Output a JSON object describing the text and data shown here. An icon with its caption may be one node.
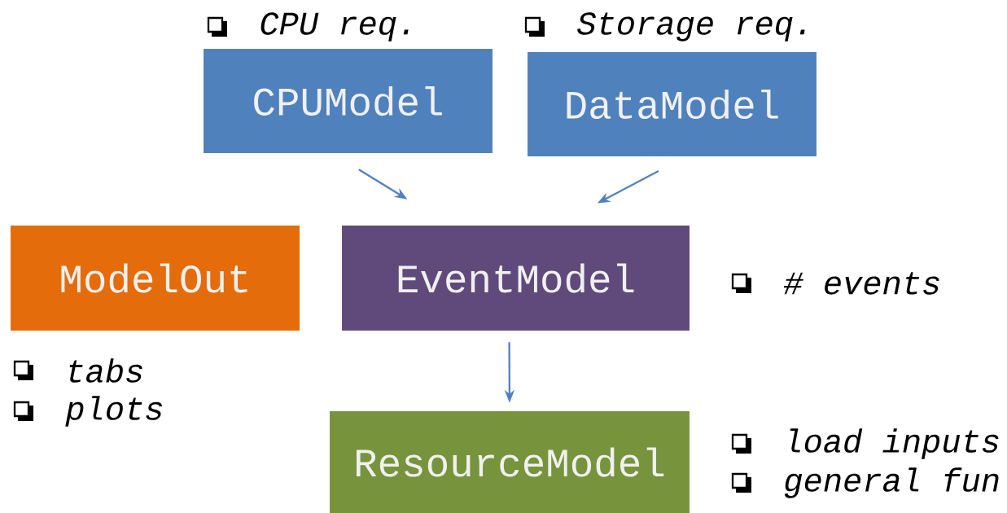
{
  "diagram": {
    "nodes": [
      {
        "text": [
          "CPUModel"
        ],
        "beside": [
          "CPU req."
        ]
      },
      {
        "text": [
          "DataModel"
        ],
        "beside": [
          "Storage req."
        ]
      },
      {
        "text": [
          "ModelOut"
        ],
        "beside": [
          "tabs",
          "plots"
        ]
      },
      {
        "text": [
          "EventModel"
        ],
        "beside": [
          "# events"
        ]
      },
      {
        "text": [
          "ResourceModel"
        ],
        "beside": [
          "load inputs",
          "general fun"
        ]
      }
    ],
    "edges": [
      {
        "from": 0,
        "to": 3,
        "arrow": "to"
      },
      {
        "from": 1,
        "to": 3,
        "arrow": "to"
      },
      {
        "from": 3,
        "to": 4,
        "arrow": "to"
      }
    ]
  }
}
